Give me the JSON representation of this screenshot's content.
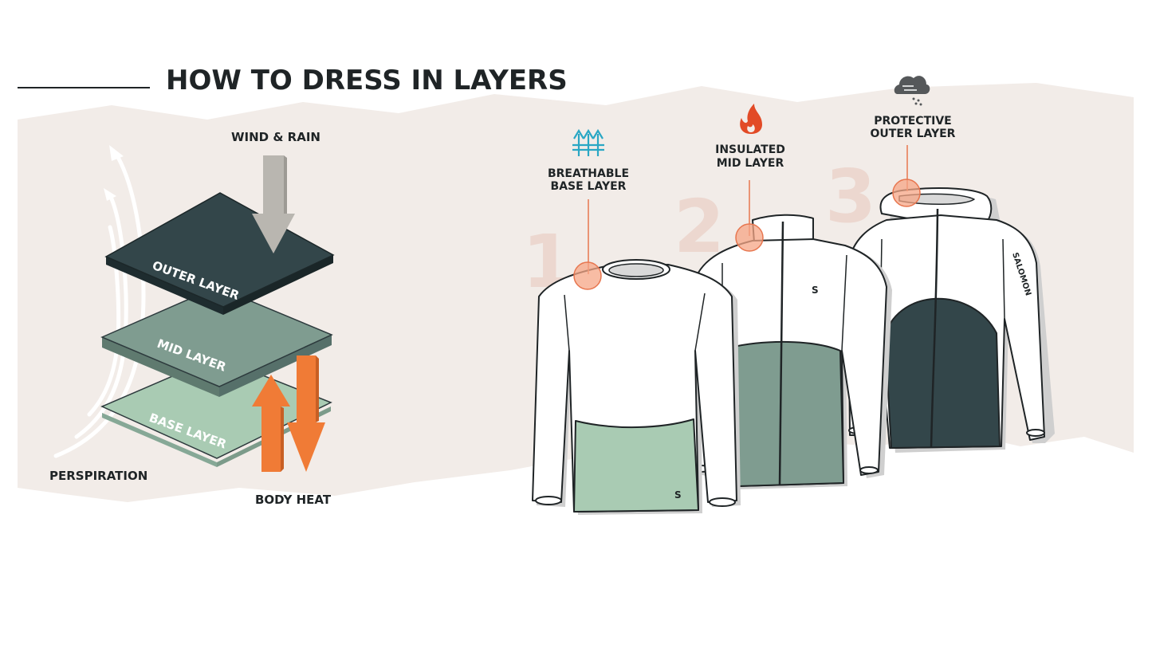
{
  "title": "HOW TO DRESS IN LAYERS",
  "left_diagram": {
    "wind_rain_label": "WIND & RAIN",
    "perspiration_label": "PERSPIRATION",
    "body_heat_label": "BODY HEAT",
    "layers": [
      {
        "name": "OUTER LAYER",
        "color": "#33464a"
      },
      {
        "name": "MID LAYER",
        "color": "#7f9c90"
      },
      {
        "name": "BASE LAYER",
        "color": "#a9cbb3"
      }
    ],
    "arrow_colors": {
      "wind": "#b9b6b0",
      "heat": "#f07b36",
      "perspiration": "#ffffff"
    }
  },
  "garments": [
    {
      "number": "1",
      "label_line1": "BREATHABLE",
      "label_line2": "BASE LAYER",
      "icon": "breathable-arrows-icon",
      "logo": "S"
    },
    {
      "number": "2",
      "label_line1": "INSULATED",
      "label_line2": "MID LAYER",
      "icon": "flame-icon",
      "logo": "S"
    },
    {
      "number": "3",
      "label_line1": "PROTECTIVE",
      "label_line2": "OUTER LAYER",
      "icon": "storm-cloud-icon",
      "logo": "SALOMON"
    }
  ],
  "colors": {
    "background_band": "#f2ece8",
    "number_color": "#ecd7cf",
    "callout_dot": "#f6a585",
    "callout_line": "#e7764f",
    "icon_blue": "#2aa7c4",
    "icon_red": "#e24a26"
  }
}
